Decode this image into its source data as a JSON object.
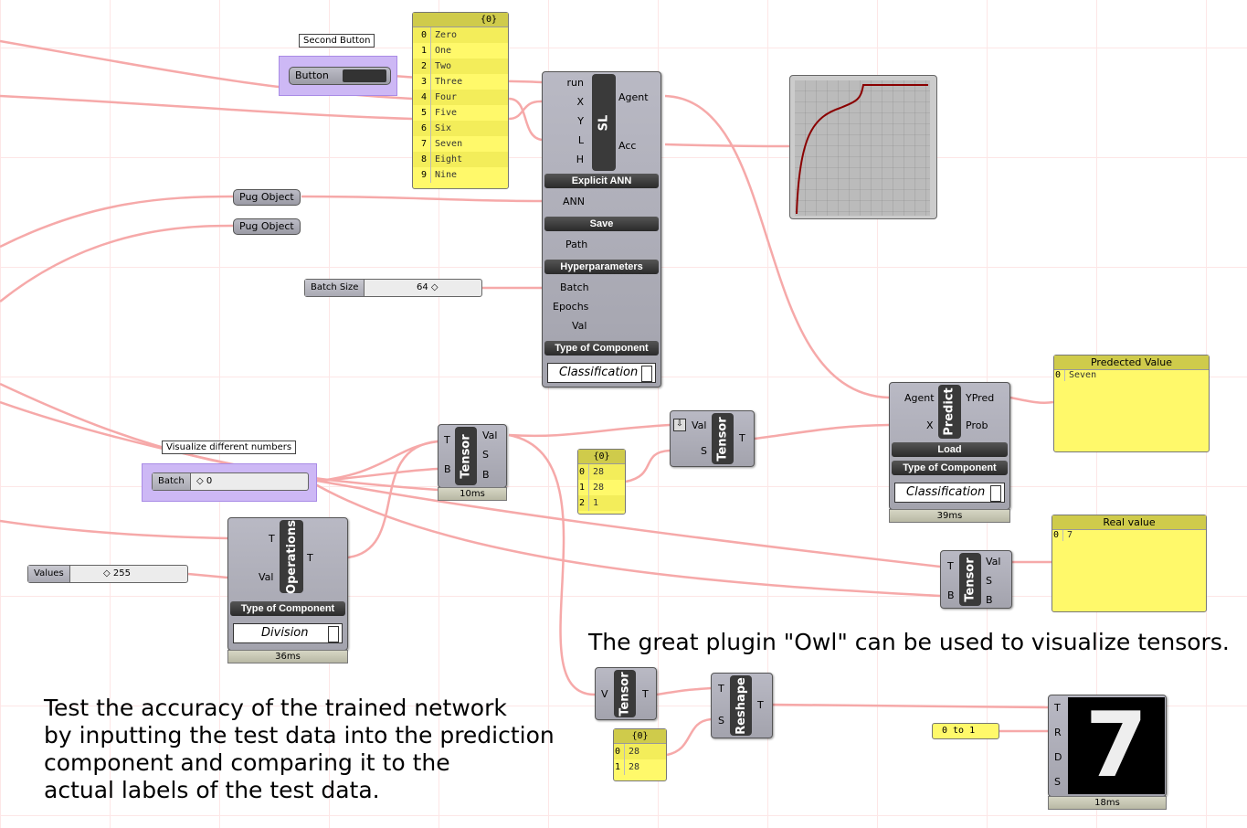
{
  "wire_color": "#f6a9a9",
  "tooltips": {
    "second_button": "Second Button",
    "visualize": "Visualize different numbers"
  },
  "button": {
    "label": "Button"
  },
  "list_panel": {
    "header": "{0}",
    "items": [
      [
        "0",
        "Zero"
      ],
      [
        "1",
        "One"
      ],
      [
        "2",
        "Two"
      ],
      [
        "3",
        "Three"
      ],
      [
        "4",
        "Four"
      ],
      [
        "5",
        "Five"
      ],
      [
        "6",
        "Six"
      ],
      [
        "7",
        "Seven"
      ],
      [
        "8",
        "Eight"
      ],
      [
        "9",
        "Nine"
      ]
    ]
  },
  "sl": {
    "title": "SL",
    "inputs": [
      "run",
      "X",
      "Y",
      "L",
      "H"
    ],
    "outputs": [
      "Agent",
      "Acc"
    ],
    "bar_ann": "Explicit ANN",
    "ann": "ANN",
    "bar_save": "Save",
    "path": "Path",
    "bar_hyper": "Hyperparameters",
    "hyper": [
      "Batch",
      "Epochs",
      "Val"
    ],
    "bar_type": "Type of Component",
    "type_value": "Classification"
  },
  "pug": [
    "Pug Object",
    "Pug Object"
  ],
  "batch_size": {
    "label": "Batch Size",
    "value": "64"
  },
  "batch": {
    "label": "Batch",
    "value": "0"
  },
  "values": {
    "label": "Values",
    "value": "255"
  },
  "tensor1": {
    "title": "Tensor",
    "inputs": [
      "T",
      "B"
    ],
    "outputs": [
      "Val",
      "S",
      "B"
    ],
    "time": "10ms"
  },
  "shape_panel": {
    "header": "{0}",
    "items": [
      [
        "0",
        "28"
      ],
      [
        "1",
        "28"
      ],
      [
        "2",
        "1"
      ]
    ]
  },
  "tensor2": {
    "title": "Tensor",
    "inputs": [
      "Val",
      "S"
    ],
    "outputs": [
      "T"
    ]
  },
  "predict": {
    "title": "Predict",
    "inputs": [
      "Agent",
      "X"
    ],
    "outputs": [
      "YPred",
      "Prob"
    ],
    "bar_load": "Load",
    "bar_type": "Type of Component",
    "type_value": "Classification",
    "time": "39ms"
  },
  "pred_panel": {
    "header": "Predected Value",
    "items": [
      [
        "0",
        "Seven"
      ]
    ]
  },
  "real_panel": {
    "header": "Real value",
    "items": [
      [
        "0",
        "7"
      ]
    ]
  },
  "tensor3": {
    "title": "Tensor",
    "inputs": [
      "T",
      "B"
    ],
    "outputs": [
      "Val",
      "S",
      "B"
    ]
  },
  "operations": {
    "title": "Operations",
    "inputs": [
      "T",
      "Val"
    ],
    "outputs": [
      "T"
    ],
    "bar_type": "Type of Component",
    "type_value": "Division",
    "time": "36ms"
  },
  "tensor4": {
    "title": "Tensor",
    "inputs": [
      "V"
    ],
    "outputs": [
      "T"
    ]
  },
  "shape2_panel": {
    "header": "{0}",
    "items": [
      [
        "0",
        "28"
      ],
      [
        "1",
        "28"
      ]
    ]
  },
  "reshape": {
    "title": "Reshape",
    "inputs": [
      "T",
      "S"
    ],
    "outputs": [
      "T"
    ]
  },
  "range_panel": {
    "value": "0 to 1"
  },
  "image_comp": {
    "inputs": [
      "T",
      "R",
      "D",
      "S"
    ],
    "time": "18ms",
    "digit": "7"
  },
  "notes": {
    "owl": "The great plugin \"Owl\" can be used to visualize tensors.",
    "test": [
      "Test the accuracy of the trained network",
      "by inputting the test data into the prediction",
      "component and comparing it to the",
      "actual labels of the test data."
    ]
  }
}
